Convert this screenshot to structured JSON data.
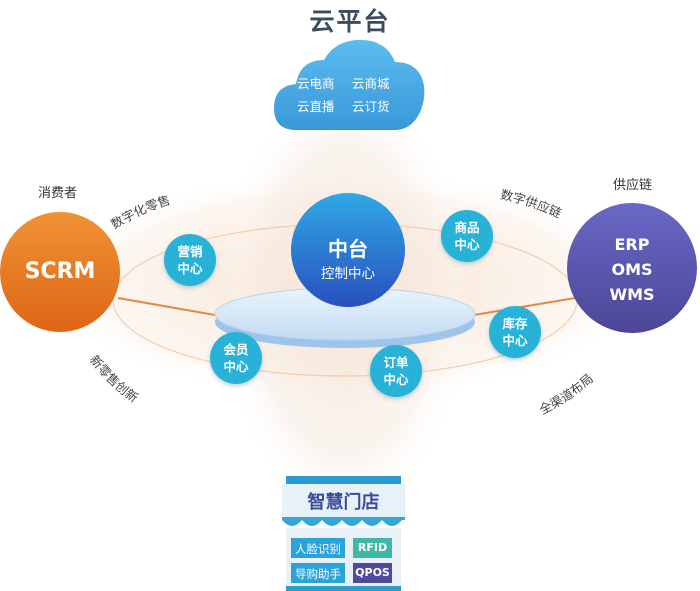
{
  "title": "云平台",
  "cloud": {
    "line1": [
      "云电商",
      "云商城"
    ],
    "line2": [
      "云直播",
      "云订货"
    ]
  },
  "consumer": {
    "label": "消费者",
    "circle": "SCRM"
  },
  "supply": {
    "label": "供应链",
    "lines": [
      "ERP",
      "OMS",
      "WMS"
    ]
  },
  "center": {
    "title": "中台",
    "subtitle": "控制中心"
  },
  "nodes": {
    "marketing": [
      "营销",
      "中心"
    ],
    "goods": [
      "商品",
      "中心"
    ],
    "member": [
      "会员",
      "中心"
    ],
    "order": [
      "订单",
      "中心"
    ],
    "inventory": [
      "库存",
      "中心"
    ]
  },
  "arcs": {
    "digital_retail": "数字化零售",
    "digital_supply": "数字供应链",
    "new_retail": "新零售创新",
    "omni_channel": "全渠道布局"
  },
  "store": {
    "title": "智慧门店",
    "items": [
      "人脸识别",
      "RFID",
      "导购助手",
      "QPOS"
    ]
  },
  "colors": {
    "scrm": "#ea7a1d",
    "supply": "#5a55b3",
    "node": "#29b2d8",
    "center": "#2b5ec8",
    "cloud": "#47aee8",
    "store_awning": "#35a8d8",
    "store_item_blue": "#2ba3d9",
    "store_item_green": "#3fb8a8",
    "store_item_purple": "#4f4a9c"
  }
}
